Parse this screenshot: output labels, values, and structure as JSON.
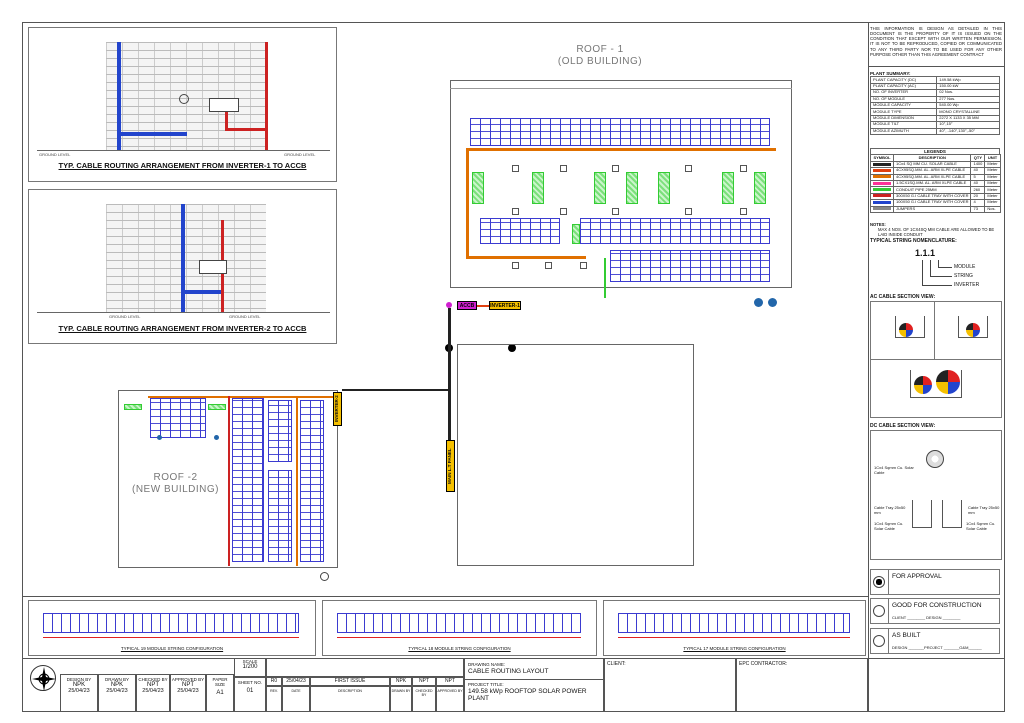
{
  "inverter1_detail": {
    "caption": "TYP. CABLE ROUTING ARRANGEMENT FROM INVERTER-1 TO ACCB"
  },
  "inverter2_detail": {
    "caption": "TYP. CABLE ROUTING ARRANGEMENT FROM INVERTER-2 TO ACCB"
  },
  "roof1": {
    "title": "ROOF - 1",
    "subtitle": "(OLD BUILDING)"
  },
  "roof2": {
    "title": "ROOF -2",
    "subtitle": "(NEW BUILDING)"
  },
  "tags": {
    "accb": "ACCB",
    "inverter1": "INVERTER-1",
    "inverter2": "INVERTER-2",
    "main_tray": "MAIN L.T PANEL"
  },
  "disclaimer": "THIS INFORMATION IS DESIGN AS DETAILED IN THIS DOCUMENT IS THE PROPERTY OF IT IS ISSUED ON THE CONDITION THAT EXCEPT WITH OUR WRITTEN PERMISSION. IT IS NOT TO BE REPRODUCED, COPIED OR COMMUNICATED TO ANY THIRD PARTY NOR TO BE USED FOR ANY OTHER PURPOSE OTHER THAN THIS AGREEMENT CONTRACT",
  "plant_summary": {
    "title": "PLANT SUMMARY:",
    "rows": [
      [
        "PLANT CAPACITY (DC)",
        "149.58 kWp"
      ],
      [
        "PLANT CAPACITY (AC)",
        "150.00 kW"
      ],
      [
        "NO. OF INVERTER",
        "02 Nos."
      ],
      [
        "NO. OF MODULE",
        "277 Nos."
      ],
      [
        "MODULE CAPACITY",
        "540.00 Wp"
      ],
      [
        "MODULE TYPE",
        "MONO CRYSTALLINE"
      ],
      [
        "MODULE DIMENSION",
        "2272 X 1133 X 35 MM"
      ],
      [
        "MODULE TILT",
        "10°,15°"
      ],
      [
        "MODULE AZIMUTH",
        "40°, -140°,130°,-50°"
      ]
    ]
  },
  "legends": {
    "title": "LEGENDS",
    "headers": [
      "SYMBOL",
      "DESCRIPTION",
      "QTY",
      "UNIT"
    ],
    "rows": [
      {
        "color": "#222222",
        "desc": "1Cx4 SQ MM CU. SOLAR CABLE",
        "qty": "1400",
        "unit": "Meter"
      },
      {
        "color": "#e04010",
        "desc": "4CX95SQ.MM. AL. ARM XLPE CABLE",
        "qty": "40",
        "unit": "Meter"
      },
      {
        "color": "#e07000",
        "desc": "4CX95SQ.MM. AL. ARM XLPE CABLE",
        "qty": "5",
        "unit": "Meter"
      },
      {
        "color": "#ff3399",
        "desc": "1.5CX1SQ.MM. AL. ARM XLPE CABLE",
        "qty": "40",
        "unit": "Meter"
      },
      {
        "color": "#33cc33",
        "desc": "CONDUIT PIPE 25MM",
        "qty": "260",
        "unit": "Meter"
      },
      {
        "color": "#cc2222",
        "desc": "300X50 G.I CABLE TRAY WITH COVER",
        "qty": "20",
        "unit": "Meter"
      },
      {
        "color": "#2244cc",
        "desc": "100X50 G.I CABLE TRAY WITH COVER",
        "qty": "4",
        "unit": "Meter"
      },
      {
        "color": "#888888",
        "desc": "JUMPERS",
        "qty": "73",
        "unit": "Nos."
      }
    ]
  },
  "notes": {
    "title": "NOTES:",
    "text": "MAX 4 NOS. OF 1CX4SQ MM CABLE ARE ALLOWED TO BE LAID INSIDE CONDUIT"
  },
  "nomenclature": {
    "title": "TYPICAL STRING NOMENCLATURE:",
    "code": "1.1.1",
    "labels": [
      "MODULE",
      "STRING",
      "INVERTER"
    ]
  },
  "ac_section": {
    "title": "AC CABLE SECTION VIEW:"
  },
  "dc_section": {
    "title": "DC CABLE SECTION VIEW:",
    "cable_label": "1Cx4 Sqmm Cu. Solar Cable",
    "tray_label": "Cable Tray 25x50 mm"
  },
  "approval": [
    {
      "label": "FOR APPROVAL",
      "checked": true
    },
    {
      "label": "GOOD FOR CONSTRUCTION",
      "checked": false,
      "sub": "CLIENT ________ DESIGN ________"
    },
    {
      "label": "AS BUILT",
      "checked": false,
      "sub": "DESIGN _______PROJECT _______O&M______"
    }
  ],
  "string_configs": [
    "TYPICAL 19 MODULE STRING CONFIGURATION",
    "TYPICAL 18 MODULE STRING CONFIGURATION",
    "TYPICAL 17 MODULE STRING CONFIGURATION"
  ],
  "title_block": {
    "design_by_label": "DESIGN BY",
    "design_by": "NPK",
    "design_date": "25/04/23",
    "drawn_by_label": "DRAWN BY",
    "drawn_by": "NPK",
    "drawn_date": "25/04/23",
    "checked_by_label": "CHECKED BY",
    "checked_by": "NPT",
    "checked_date": "25/04/23",
    "approved_by_label": "APPROVED BY",
    "approved_by": "NPT",
    "approved_date": "25/04/23",
    "paper_size_label": "PAPER SIZE",
    "paper_size": "A1",
    "scale_label": "SCALE",
    "scale": "1/200",
    "sheet_label": "SHEET NO.",
    "sheet": "01",
    "rev": "R0",
    "rev_date": "25/04/23",
    "rev_desc": "FIRST ISSUE",
    "rev_drawn": "NPK",
    "rev_checked": "NPT",
    "rev_approved": "NPT",
    "col_rev": "REV.",
    "col_date": "DATE",
    "col_desc": "DESCRIPTION",
    "col_drawn": "DRAWN BY",
    "col_checked": "CHECKED BY",
    "col_approved": "APPROVED BY",
    "drawing_name_label": "DRAWING NAME:",
    "drawing_name": "CABLE ROUTING LAYOUT",
    "project_title_label": "PROJECT TITLE:",
    "project_title": "149.58 kWp ROOFTOP SOLAR POWER PLANT",
    "client_label": "CLIENT:",
    "epc_label": "EPC CONTRACTOR:"
  }
}
